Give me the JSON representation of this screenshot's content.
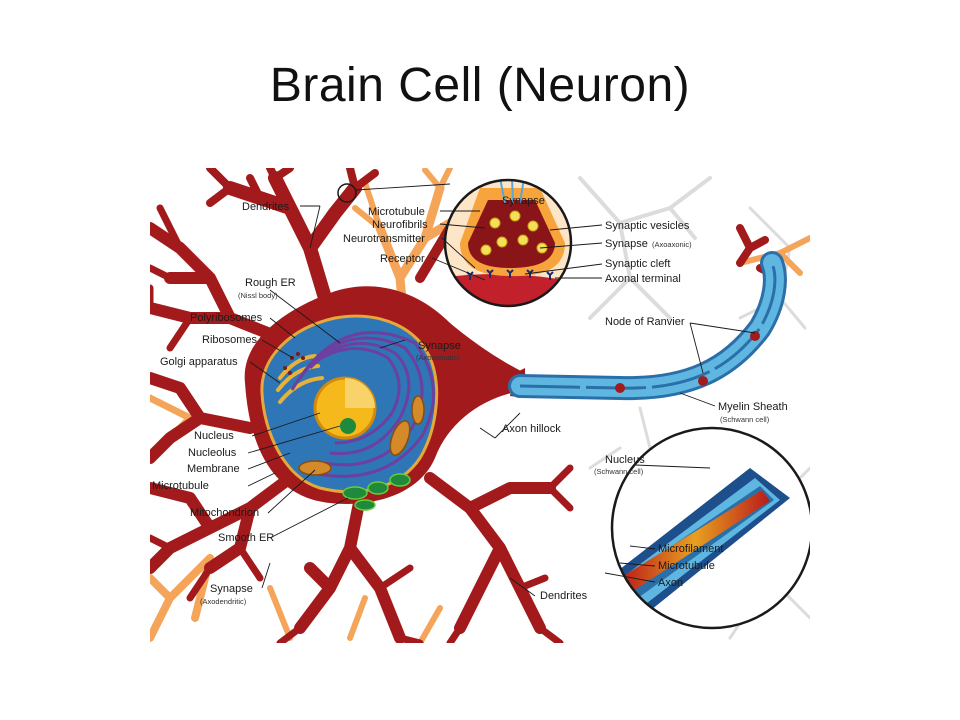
{
  "slide": {
    "title": "Brain Cell (Neuron)"
  },
  "labels": {
    "dendrites_top": "Dendrites",
    "rough_er": "Rough ER",
    "nissl_body": "(Nissl body)",
    "polyribosomes": "Polyribosomes",
    "ribosomes": "Ribosomes",
    "golgi": "Golgi apparatus",
    "nucleus": "Nucleus",
    "nucleolus": "Nucleolus",
    "membrane": "Membrane",
    "microtubule_left": "Microtubule",
    "mitochondrion": "Mitochondrion",
    "smooth_er": "Smooth ER",
    "synapse_axodendritic": "Synapse",
    "axodendritic": "(Axodendritic)",
    "microtubule_top": "Microtubule",
    "neurofibrils": "Neurofibrils",
    "neurotransmitter": "Neurotransmitter",
    "receptor": "Receptor",
    "synapse_inset": "Synapse",
    "synaptic_vesicles": "Synaptic vesicles",
    "synapse_axoaxonic": "Synapse",
    "axoaxonic": "(Axoaxonic)",
    "synaptic_cleft": "Synaptic cleft",
    "axonal_terminal": "Axonal terminal",
    "node_of_ranvier": "Node of Ranvier",
    "synapse_axosomatic": "Synapse",
    "axosomatic": "(Axosomatic)",
    "myelin_sheath": "Myelin Sheath",
    "schwann_cell_myelin": "(Schwann cell)",
    "axon_hillock": "Axon hillock",
    "nucleus_schwann": "Nucleus",
    "schwann_cell_nucleus": "(Schwann cell)",
    "microfilament": "Microfilament",
    "microtubule_inset": "Microtubule",
    "axon": "Axon",
    "dendrites_bottom": "Dendrites"
  },
  "colors": {
    "cell_body": "#a31a1c",
    "dendrite_tip": "#f4a55a",
    "nucleus": "#f6b91b",
    "nucleolus": "#1f8a3c",
    "cytoplasm": "#2f76b6",
    "myelin": "#4da3d4",
    "background_neurons": "#dcdcdc"
  }
}
